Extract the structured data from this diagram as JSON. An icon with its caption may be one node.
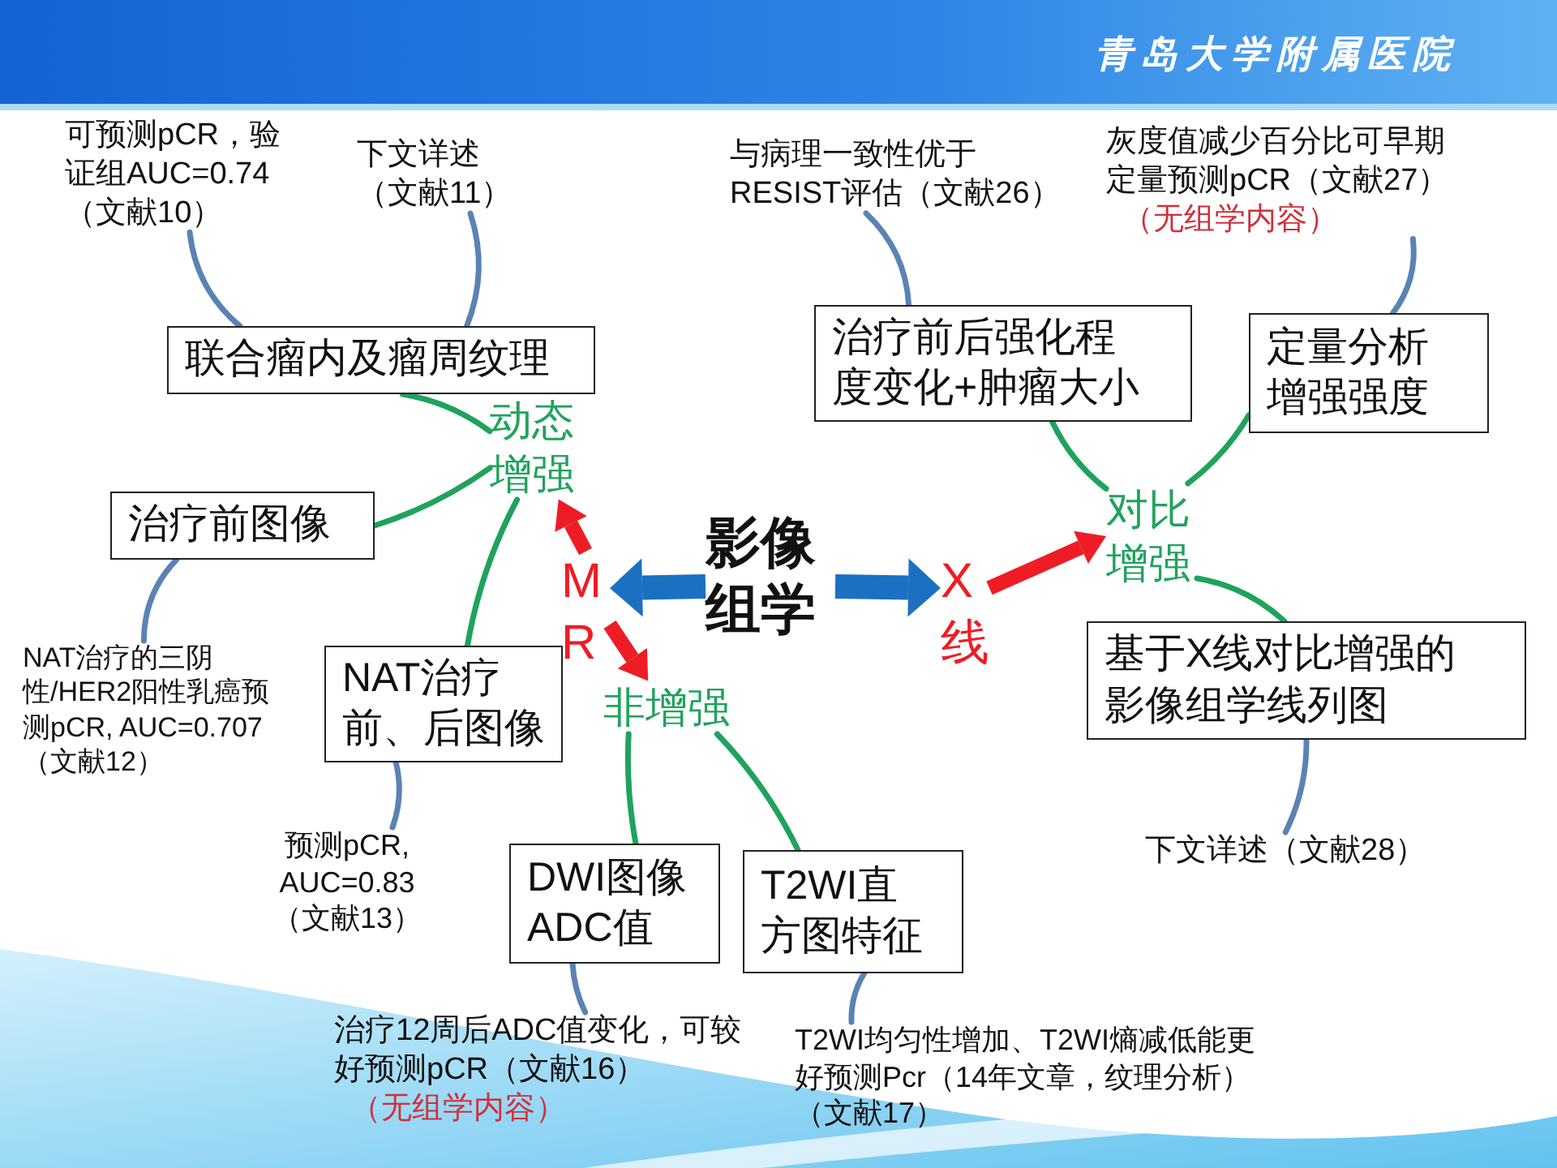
{
  "diagram": {
    "nodes": [
      {
        "text": [
          "可预测pCR，验证组AUC=0.74（文献10）"
        ]
      },
      {
        "text": [
          "下文详述（文献11）"
        ]
      },
      {
        "text": [
          "与病理一致性优于RESIST评估（文献26）"
        ]
      },
      {
        "text": [
          "灰度值减少百分比可早期定量预测pCR（文献27）",
          "（无组学内容）"
        ]
      },
      {
        "text": [
          "联合瘤内及瘤周纹理"
        ]
      },
      {
        "text": [
          "治疗前后强化程度变化+肿瘤大小"
        ]
      },
      {
        "text": [
          "定量分析增强强度"
        ]
      },
      {
        "text": [
          "动态增强"
        ]
      },
      {
        "text": [
          "对比增强"
        ]
      },
      {
        "text": [
          "治疗前图像"
        ]
      },
      {
        "text": [
          "影像组学"
        ]
      },
      {
        "text": [
          "MR"
        ]
      },
      {
        "text": [
          "X线"
        ]
      },
      {
        "text": [
          "NAT治疗前、后图像"
        ]
      },
      {
        "text": [
          "NAT治疗的三阴性/HER2阳性乳癌预测pCR, AUC=0.707（文献12）"
        ]
      },
      {
        "text": [
          "非增强"
        ]
      },
      {
        "text": [
          "基于X线对比增强的影像组学线列图"
        ]
      },
      {
        "text": [
          "预测pCR, AUC=0.83（文献13）"
        ]
      },
      {
        "text": [
          "DWI图像ADC值"
        ]
      },
      {
        "text": [
          "T2WI直方图特征"
        ]
      },
      {
        "text": [
          "下文详述（文献28）"
        ]
      },
      {
        "text": [
          "治疗12周后ADC值变化，可较好预测pCR（文献16）",
          "（无组学内容）"
        ]
      },
      {
        "text": [
          "T2WI均匀性增加、T2WI熵减低能更好预测Pcr（14年文章，纹理分析）（文献17）"
        ]
      }
    ],
    "edges": [
      {
        "from": 10,
        "to": 11,
        "arrow": "to",
        "style": "thick",
        "color": "#1c70c1"
      },
      {
        "from": 10,
        "to": 12,
        "arrow": "to",
        "style": "thick",
        "color": "#1c70c1"
      },
      {
        "from": 11,
        "to": 7,
        "arrow": "to",
        "style": "thick",
        "color": "#ee1c25"
      },
      {
        "from": 11,
        "to": 15,
        "arrow": "to",
        "style": "thick",
        "color": "#ee1c25"
      },
      {
        "from": 12,
        "to": 8,
        "arrow": "to",
        "style": "thick",
        "color": "#ee1c25"
      },
      {
        "from": 7,
        "to": 4,
        "arrow": "none",
        "color": "#1fa35c"
      },
      {
        "from": 7,
        "to": 9,
        "arrow": "none",
        "color": "#1fa35c"
      },
      {
        "from": 7,
        "to": 13,
        "arrow": "none",
        "color": "#1fa35c"
      },
      {
        "from": 15,
        "to": 18,
        "arrow": "none",
        "color": "#1fa35c"
      },
      {
        "from": 15,
        "to": 19,
        "arrow": "none",
        "color": "#1fa35c"
      },
      {
        "from": 8,
        "to": 5,
        "arrow": "none",
        "color": "#1fa35c"
      },
      {
        "from": 8,
        "to": 6,
        "arrow": "none",
        "color": "#1fa35c"
      },
      {
        "from": 8,
        "to": 16,
        "arrow": "none",
        "color": "#1fa35c"
      },
      {
        "from": 4,
        "to": 0,
        "arrow": "none"
      },
      {
        "from": 4,
        "to": 1,
        "arrow": "none"
      },
      {
        "from": 9,
        "to": 14,
        "arrow": "none"
      },
      {
        "from": 13,
        "to": 17,
        "arrow": "none"
      },
      {
        "from": 18,
        "to": 21,
        "arrow": "none"
      },
      {
        "from": 19,
        "to": 22,
        "arrow": "none"
      },
      {
        "from": 5,
        "to": 2,
        "arrow": "none"
      },
      {
        "from": 6,
        "to": 3,
        "arrow": "none"
      },
      {
        "from": 16,
        "to": 20,
        "arrow": "none"
      }
    ],
    "labels": [
      "青岛大学附属医院"
    ]
  }
}
